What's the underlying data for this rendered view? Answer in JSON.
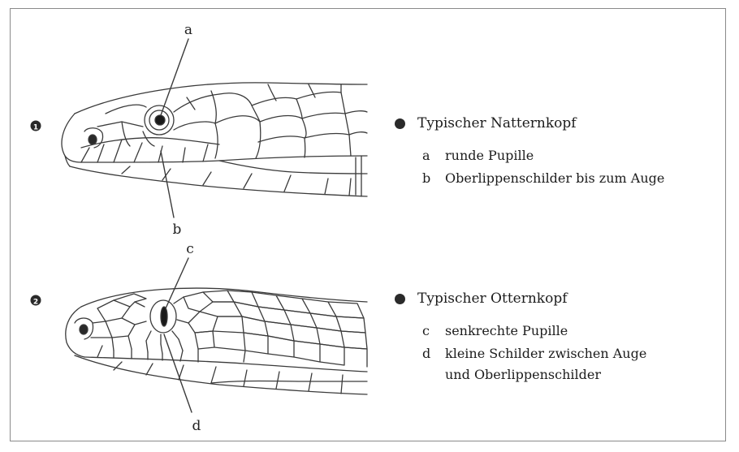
{
  "panel1": {
    "title": "Typischer Natternkopf",
    "items": [
      {
        "key": "a",
        "text": "runde Pupille"
      },
      {
        "key": "b",
        "text": "Oberlippenschilder bis zum Auge"
      }
    ],
    "labels": {
      "a": "a",
      "b": "b"
    }
  },
  "panel2": {
    "title": "Typischer Otternkopf",
    "items": [
      {
        "key": "c",
        "text": "senkrechte Pupille"
      },
      {
        "key": "d",
        "text": "kleine Schilder zwischen Auge",
        "text2": "und Oberlippenschilder"
      }
    ],
    "labels": {
      "c": "c",
      "d": "d"
    }
  },
  "colors": {
    "line": "#3a3a3a",
    "bullet": "#2a2a2a"
  }
}
